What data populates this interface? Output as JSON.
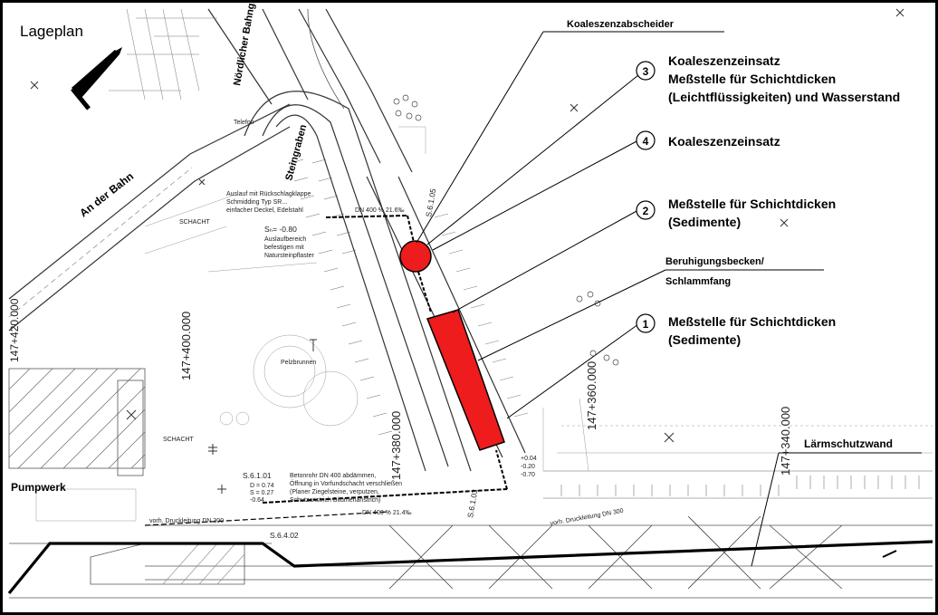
{
  "title": "Lageplan",
  "streets": {
    "an_der_bahn": "An der Bahn",
    "noerdlicher_bahngraben": "Nördlicher Bahngraben",
    "steingraben": "Steingraben"
  },
  "stations": {
    "s400": "147+400.000",
    "s380": "147+380.000",
    "s360": "147+360.000",
    "s340": "147+340.000",
    "s420": "147+420.000"
  },
  "features": {
    "pumpwerk": "Pumpwerk",
    "laermschutzwand": "Lärmschutzwand",
    "schacht_1": "SCHACHT",
    "schacht_2": "SCHACHT",
    "pelzbrunnen": "Pelzbrunnen"
  },
  "callouts": {
    "koaleszenzabscheider": "Koaleszenzabscheider",
    "c3_number": "3",
    "c3_line1": "Koaleszenzeinsatz",
    "c3_line2": "Meßstelle für Schichtdicken",
    "c3_line3": "(Leichtflüssigkeiten) und Wasserstand",
    "c4_number": "4",
    "c4_line1": "Koaleszenzeinsatz",
    "c2_number": "2",
    "c2_line1": "Meßstelle für Schichtdicken",
    "c2_line2": "(Sedimente)",
    "beruhigungsbecken_1": "Beruhigungsbecken/",
    "beruhigungsbecken_2": "Schlammfang",
    "c1_number": "1",
    "c1_line1": "Meßstelle für Schichtdicken",
    "c1_line2": "(Sedimente)"
  },
  "annotations": {
    "auslauf_1": "Auslauf mit Rückschlagklappe",
    "auslauf_2": "Schmidding Typ SR...",
    "auslauf_3": "einfacher Deckel, Edelstahl",
    "sh_value": "Sₕ= -0.80",
    "ausl_1": "Auslaufbereich",
    "ausl_2": "befestigen mit",
    "ausl_3": "Natursteinpflaster",
    "pipe_top": "DN 400 % 21.6‰",
    "pipe_bottom": "DN 400 % 21.4‰",
    "beton_1": "Betonrohr DN 400 abdämmen,",
    "beton_2": "Öffnung in Vorfundschacht verschließen",
    "beton_3": "(Planer Ziegelsteine, verputzen,",
    "beton_4": "Schutzanstrich Bitumenanstrich)",
    "druck_1": "vorh. Druckleitung DN 300",
    "druck_2": "vorh. Druckleitung DN 300",
    "telefon": "Telefon",
    "shaft_s6101": "S.6.1.01",
    "shaft_s6102": "S.6.4.02",
    "shaft_s6103": "S.6.1.03",
    "shaft_s6105": "S.6.1.05",
    "d_vals_1": "D = 0.74",
    "d_vals_2": "S = 0.27",
    "d_vals_3": "-0.64",
    "r_vals_1": "+0.04",
    "r_vals_2": "-0.20",
    "r_vals_3": "-0.70"
  },
  "colors": {
    "structure_fill": "#ee1c1c",
    "line": "#000000",
    "background": "#ffffff"
  }
}
